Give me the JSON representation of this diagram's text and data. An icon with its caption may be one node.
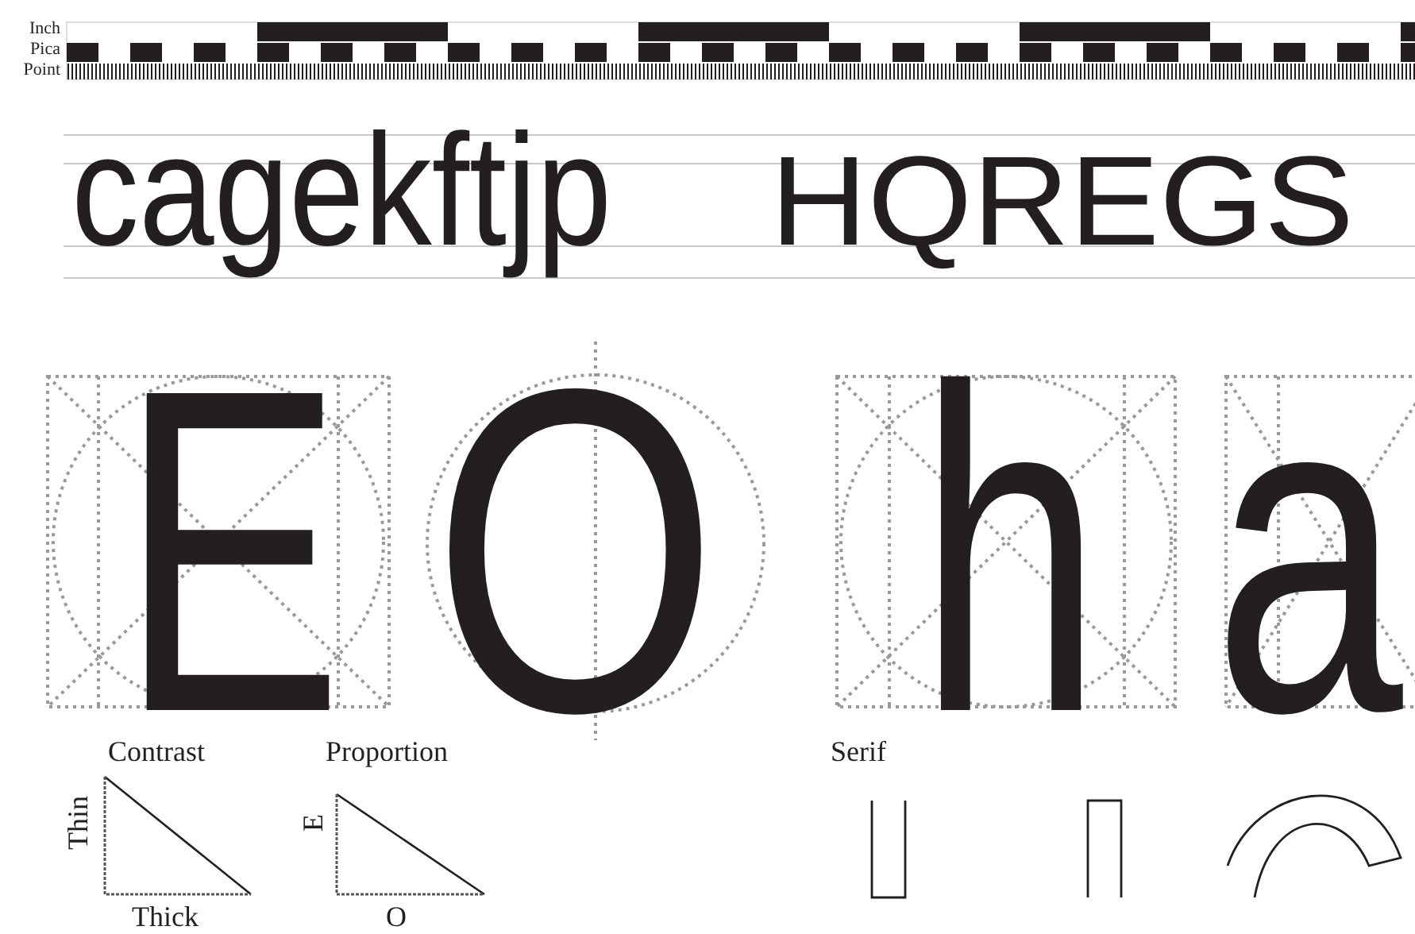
{
  "diagram": {
    "labels": [
      "Inch",
      "Pica",
      "Point",
      "cagekftjp",
      "HQREGS",
      "E",
      "O",
      "h",
      "a",
      "Contrast",
      "Thin",
      "Thick",
      "Proportion",
      "E",
      "O",
      "Serif"
    ]
  }
}
